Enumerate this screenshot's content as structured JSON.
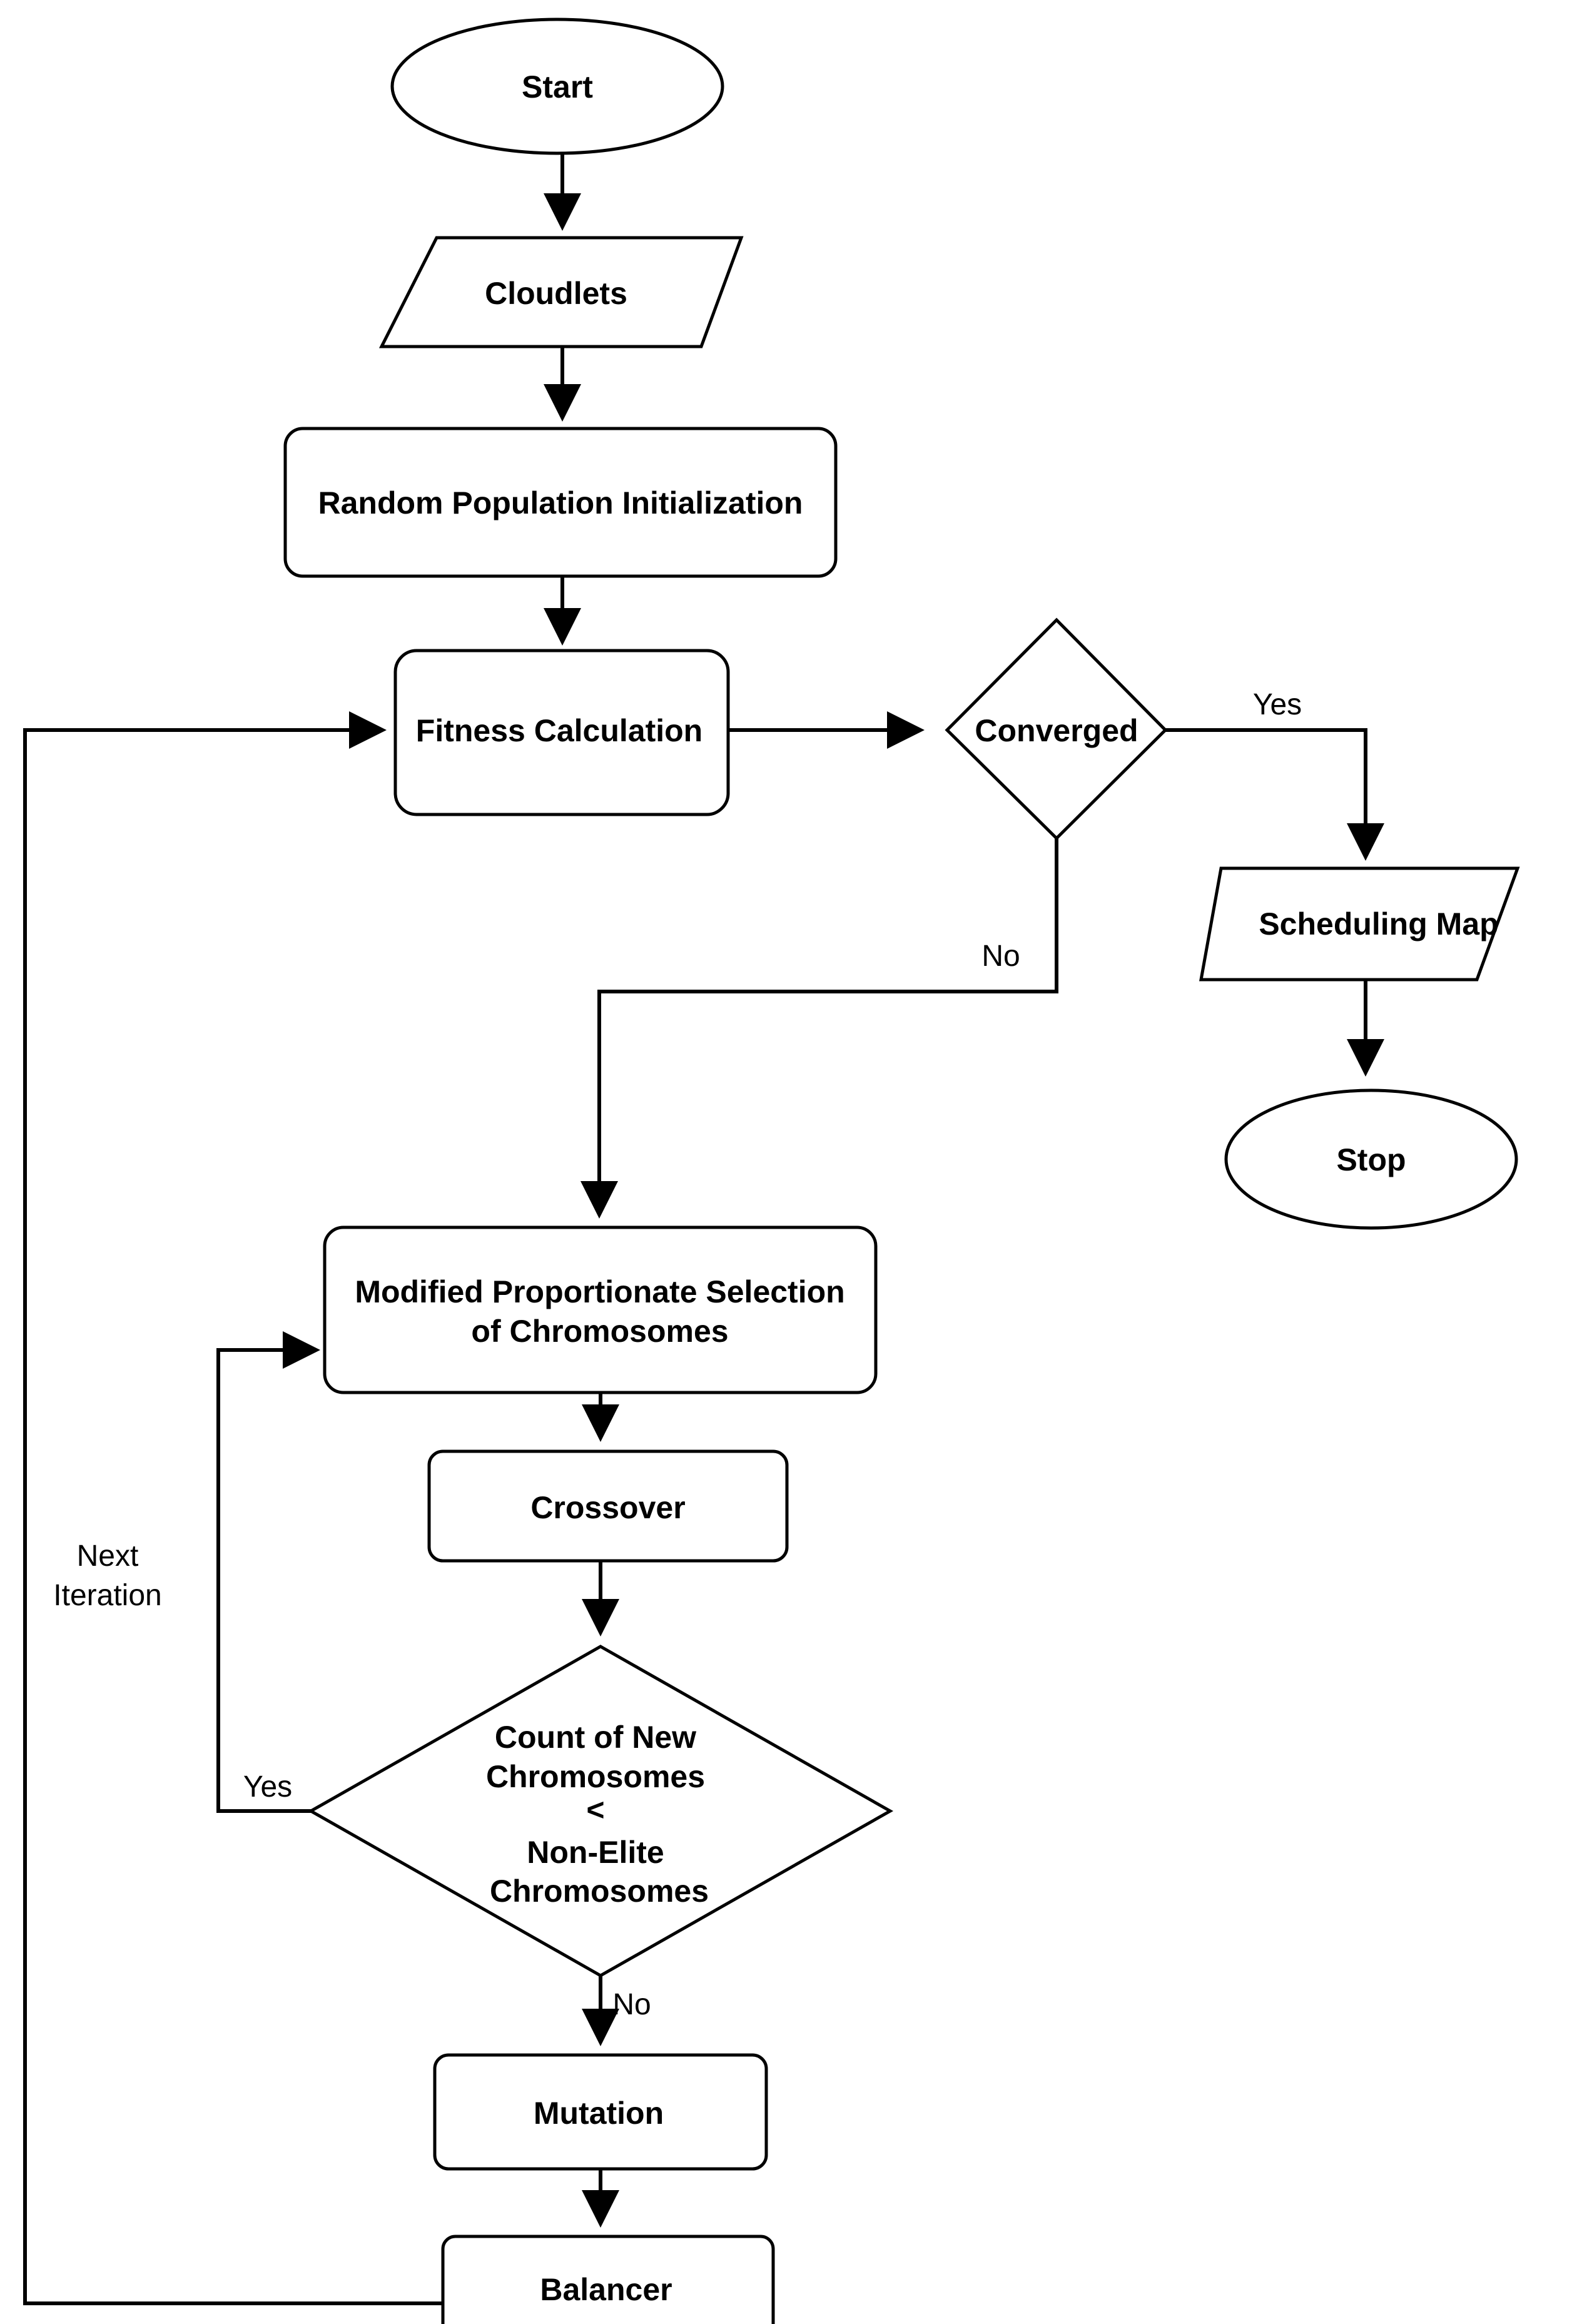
{
  "nodes": {
    "start": "Start",
    "cloudlets": "Cloudlets",
    "random_init": "Random Population Initialization",
    "fitness": "Fitness Calculation",
    "converged": "Converged",
    "scheduling_map": "Scheduling Map",
    "stop": "Stop",
    "selection_line1": "Modified Proportionate Selection",
    "selection_line2": "of Chromosomes",
    "crossover": "Crossover",
    "count_line1": "Count of New",
    "count_line2": "Chromosomes",
    "count_line3": "<",
    "count_line4": "Non-Elite",
    "count_line5": "Chromosomes",
    "mutation": "Mutation",
    "balancer": "Balancer"
  },
  "edges": {
    "converged_yes": "Yes",
    "converged_no": "No",
    "count_yes": "Yes",
    "count_no": "No",
    "next_iteration_line1": "Next",
    "next_iteration_line2": "Iteration"
  },
  "colors": {
    "stroke": "#000000",
    "fill": "#ffffff",
    "background": "#ffffff"
  }
}
